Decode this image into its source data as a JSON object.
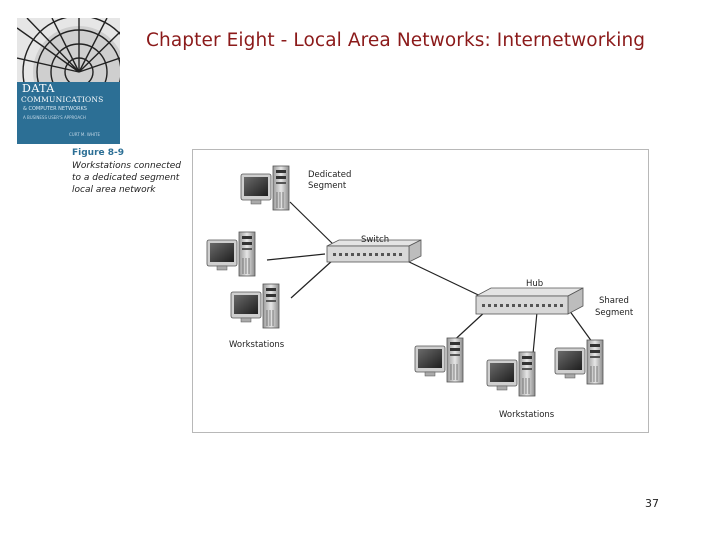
{
  "slide": {
    "title": "Chapter Eight - Local Area Networks: Internetworking",
    "page_number": "37"
  },
  "book_cover": {
    "title_line1": "DATA",
    "title_line2": "COMMUNICATIONS",
    "title_line3": "& COMPUTER NETWORKS",
    "subtitle": "A BUSINESS USER'S APPROACH",
    "author": "CURT M. WHITE"
  },
  "figure": {
    "label": "Figure 8-9",
    "caption": "Workstations connected to a dedicated segment local area network",
    "labels": {
      "dedicated_segment_1": "Dedicated",
      "dedicated_segment_2": "Segment",
      "switch": "Switch",
      "hub": "Hub",
      "shared_segment_1": "Shared",
      "shared_segment_2": "Segment",
      "workstations_left": "Workstations",
      "workstations_bottom": "Workstations"
    }
  },
  "colors": {
    "title": "#8b1a1a",
    "figure_label": "#2c6f95",
    "cover": "#2c6f95"
  }
}
